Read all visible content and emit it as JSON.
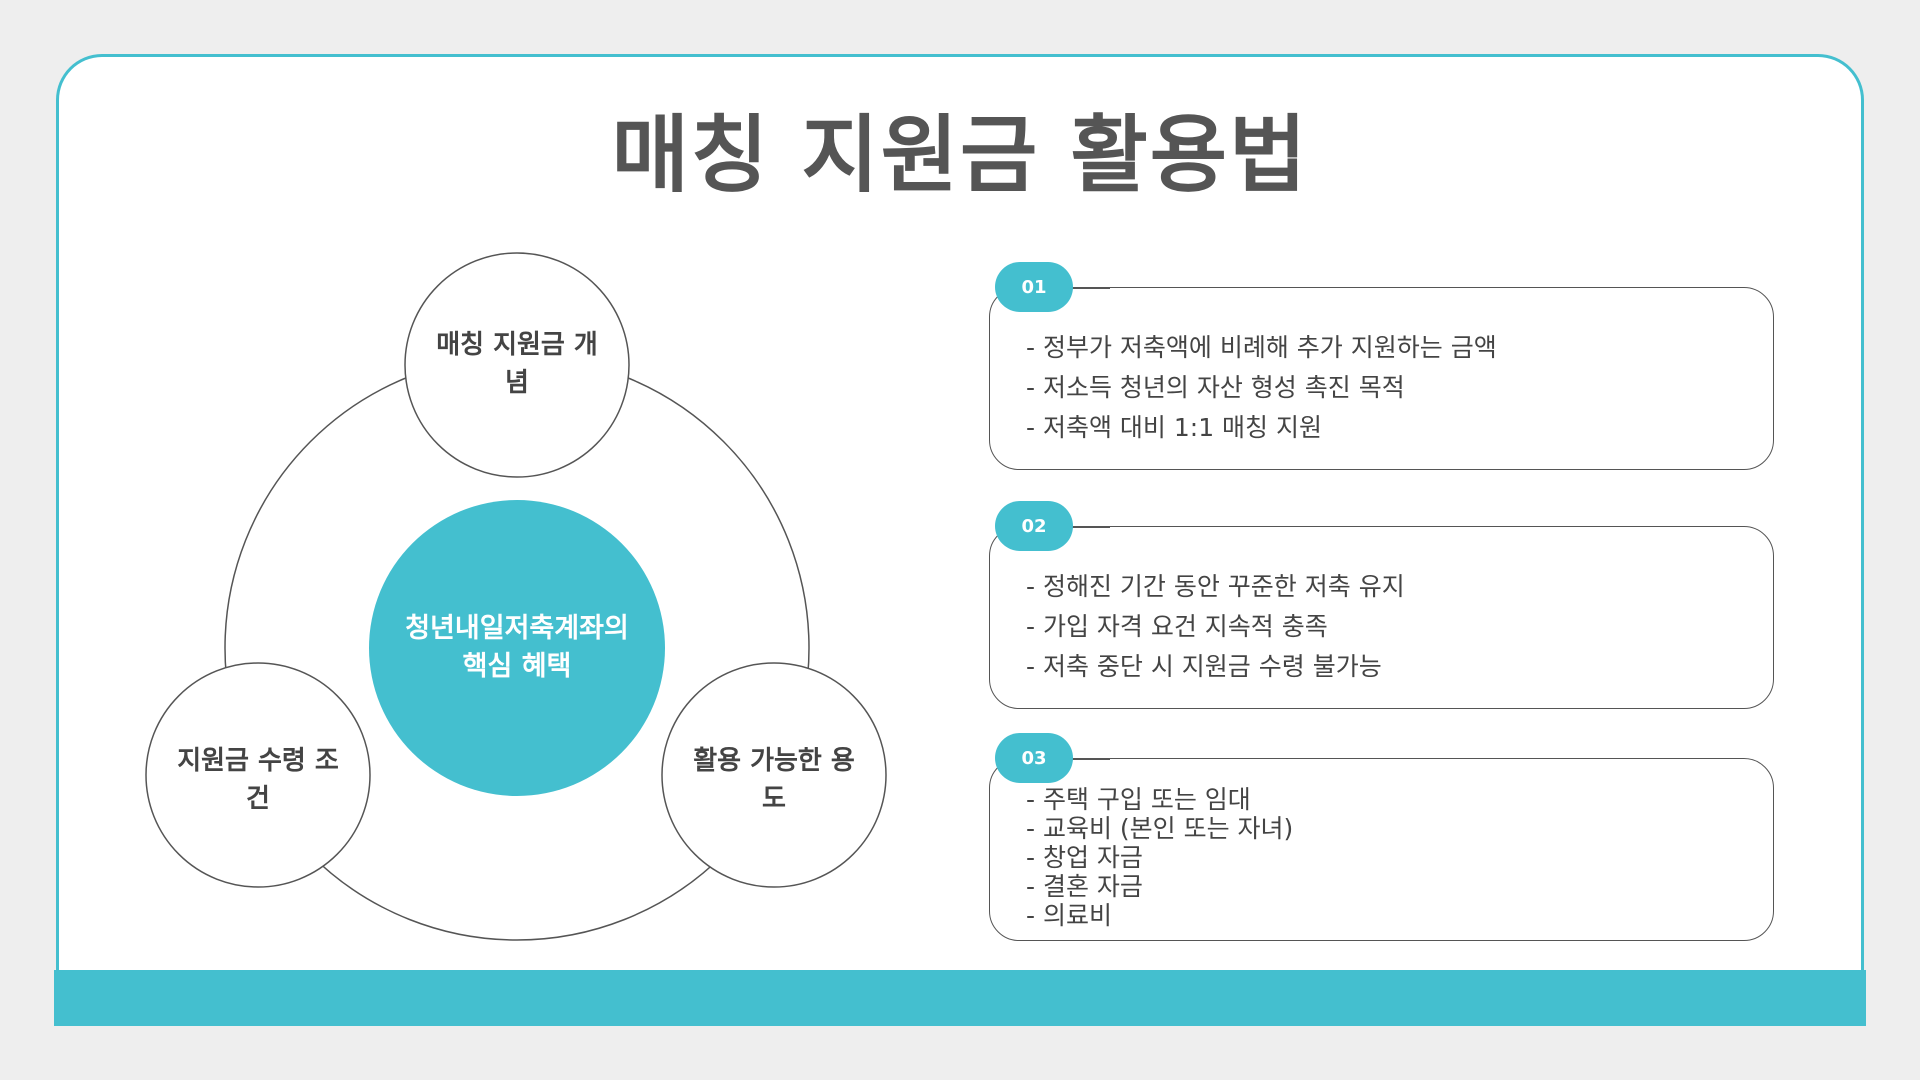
{
  "title": "매칭 지원금 활용법",
  "diagram": {
    "center": {
      "line1": "청년내일저축계좌의",
      "line2": "핵심 혜택"
    },
    "top": {
      "line1": "매칭 지원금 개",
      "line2": "념"
    },
    "left": {
      "line1": "지원금 수령 조",
      "line2": "건"
    },
    "right": {
      "line1": "활용 가능한 용",
      "line2": "도"
    }
  },
  "cards": [
    {
      "badge": "01",
      "items": [
        "- 정부가 저축액에 비례해 추가 지원하는 금액",
        "- 저소득 청년의 자산 형성 촉진 목적",
        "- 저축액 대비 1:1 매칭 지원"
      ]
    },
    {
      "badge": "02",
      "items": [
        "- 정해진 기간 동안 꾸준한 저축 유지",
        "- 가입 자격 요건 지속적 충족",
        "- 저축 중단 시 지원금 수령 불가능"
      ]
    },
    {
      "badge": "03",
      "items": [
        "- 주택 구입 또는 임대",
        "- 교육비 (본인 또는 자녀)",
        "- 창업 자금",
        "- 결혼 자금",
        "- 의료비"
      ]
    }
  ],
  "colors": {
    "accent": "#44bfcf",
    "text": "#444444",
    "outline": "#555555"
  }
}
